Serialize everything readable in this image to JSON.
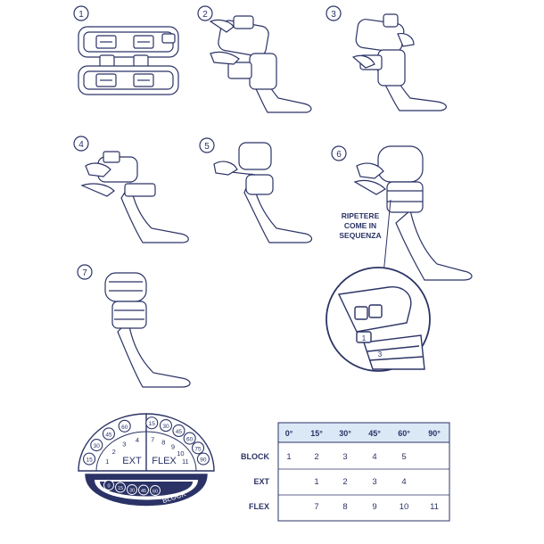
{
  "colors": {
    "ink": "#2b3366",
    "fill": "#ffffff",
    "header_fill": "#dbe9f7",
    "dial_band": "#2b3366"
  },
  "steps": [
    {
      "number": "1"
    },
    {
      "number": "2"
    },
    {
      "number": "3"
    },
    {
      "number": "4"
    },
    {
      "number": "5"
    },
    {
      "number": "6"
    },
    {
      "number": "7"
    }
  ],
  "callout": {
    "line1": "RIPETERE",
    "line2": "COME IN",
    "line3": "SEQUENZA"
  },
  "detail_labels": [
    "1",
    "3"
  ],
  "dial": {
    "ext_label": "EXT",
    "flex_label": "FLEX",
    "block_label": "BLOCK",
    "left_circles": [
      "15",
      "30",
      "45",
      "60"
    ],
    "right_circles": [
      "15",
      "30",
      "45",
      "60",
      "75",
      "90"
    ],
    "left_numbers": [
      "1",
      "2",
      "3",
      "4"
    ],
    "right_numbers": [
      "7",
      "8",
      "9",
      "10",
      "11"
    ],
    "band_circles": [
      "0",
      "15",
      "30",
      "45",
      "60"
    ]
  },
  "table": {
    "headers": [
      "0°",
      "15°",
      "30°",
      "45°",
      "60°",
      "90°"
    ],
    "rows": [
      {
        "label": "BLOCK",
        "cells": [
          "1",
          "2",
          "3",
          "4",
          "5",
          ""
        ]
      },
      {
        "label": "EXT",
        "cells": [
          "",
          "1",
          "2",
          "3",
          "4",
          ""
        ]
      },
      {
        "label": "FLEX",
        "cells": [
          "",
          "7",
          "8",
          "9",
          "10",
          "11"
        ]
      }
    ]
  }
}
